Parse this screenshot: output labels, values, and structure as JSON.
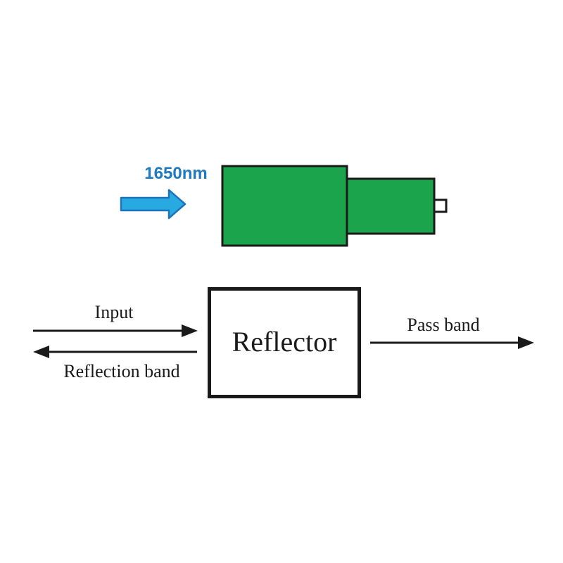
{
  "colors": {
    "background": "#ffffff",
    "green_fill": "#1CA44C",
    "shape_outline": "#1a1a1a",
    "blue_arrow_fill": "#29A9E1",
    "blue_arrow_outline": "#1B74BC",
    "blue_text": "#1E79BE",
    "diagram_black": "#1a1a1a",
    "box_fill": "#ffffff",
    "tab_fill": "#ffffff"
  },
  "icons": {
    "wavelength_arrow": "right-block-arrow",
    "input_arrow": "right-line-arrow",
    "reflection_arrow": "left-line-arrow",
    "pass_arrow": "right-line-arrow"
  },
  "top_figure": {
    "wavelength_label": "1650nm"
  },
  "block_diagram": {
    "box_label": "Reflector",
    "input_label": "Input",
    "reflection_label": "Reflection band",
    "pass_label": "Pass band"
  }
}
